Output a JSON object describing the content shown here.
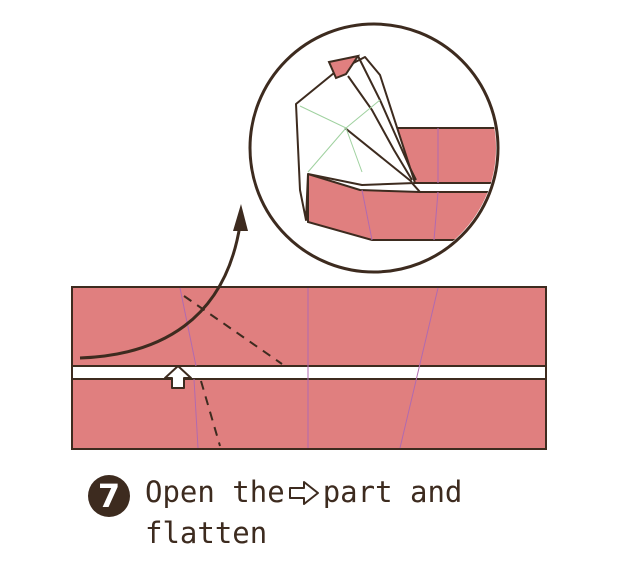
{
  "step": {
    "number": "7",
    "instruction_before_arrow": "Open the",
    "instruction_after_arrow": "part and",
    "instruction_line2": "flatten"
  },
  "icons": {
    "inline_arrow": "outline-right-arrow-icon",
    "open_marker": "outline-up-arrow-icon",
    "curved_arrow": "curved-arrow-icon"
  },
  "colors": {
    "paper": "#e07f7f",
    "outline": "#3d2b1f",
    "crease": "#b06ab0",
    "paper_back": "#ffffff"
  }
}
